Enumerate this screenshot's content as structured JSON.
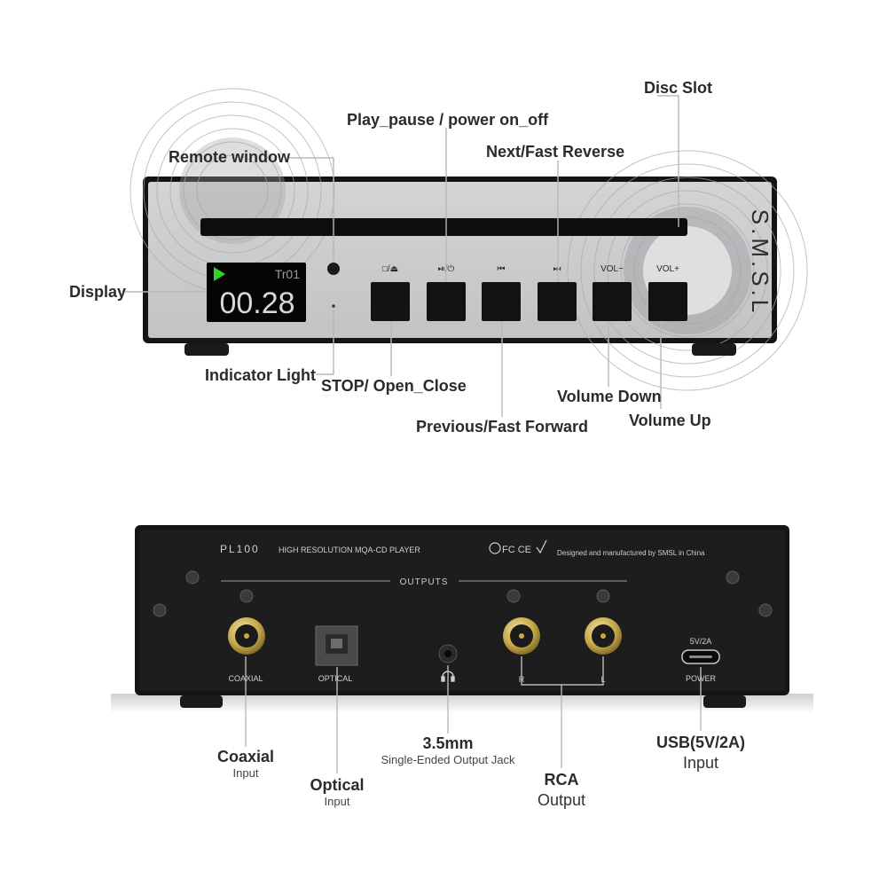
{
  "front": {
    "display": {
      "track": "Tr01",
      "time": "00.28"
    },
    "button_icons": [
      "□/⏏",
      "⏯/⏻",
      "⏮",
      "⏭",
      "VOL−",
      "VOL+"
    ],
    "brand": "S.M.S.L",
    "labels": {
      "disc_slot": "Disc Slot",
      "play_pause": "Play_pause / power on_off",
      "next": "Next/Fast Reverse",
      "remote": "Remote window",
      "display": "Display",
      "indicator": "Indicator Light",
      "stop": "STOP/ Open_Close",
      "previous": "Previous/Fast Forward",
      "vol_down": "Volume Down",
      "vol_up": "Volume Up"
    }
  },
  "rear": {
    "model": "PL100",
    "title": "HIGH RESOLUTION MQA-CD PLAYER",
    "cert": "Designed and manufactured by SMSL in China",
    "outputs_header": "OUTPUTS",
    "ports": {
      "coaxial": "COAXIAL",
      "optical": "OPTICAL",
      "r": "R",
      "l": "L",
      "usb_spec": "5V/2A",
      "power": "POWER"
    },
    "labels": {
      "coaxial": "Coaxial",
      "coaxial_sub": "Input",
      "optical": "Optical",
      "optical_sub": "Input",
      "jack": "3.5mm",
      "jack_sub": "Single-Ended Output Jack",
      "rca": "RCA",
      "rca_sub": "Output",
      "usb": "USB(5V/2A)",
      "usb_sub": "Input"
    }
  },
  "colors": {
    "label": "#2b2b2b",
    "leader": "#b8b8b8",
    "faceplate": "#c9cacc",
    "chassis": "#151515",
    "display_bg": "#050505",
    "play_green": "#33d12e",
    "gold": "#c8a94a"
  }
}
